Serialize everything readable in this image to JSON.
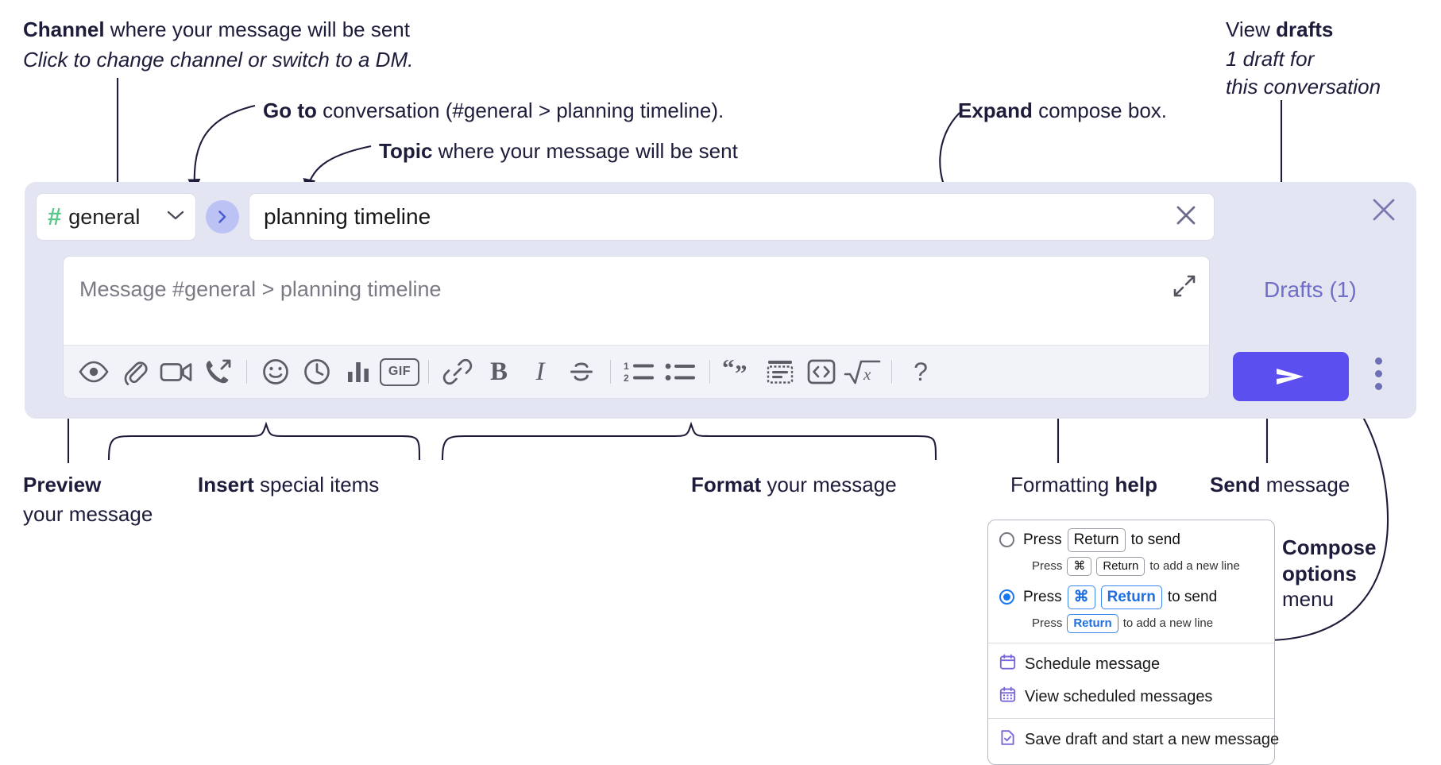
{
  "annotations": {
    "channel": {
      "bold": "Channel",
      "rest": " where your message will be sent",
      "italic": "Click to change channel or switch to a DM."
    },
    "goto": {
      "bold": "Go to",
      "rest": " conversation (#general > planning timeline)."
    },
    "topic": {
      "bold": "Topic",
      "rest": " where your message will be sent"
    },
    "expand": {
      "bold": "Expand",
      "rest": " compose box."
    },
    "drafts": {
      "bold_prefix": "View ",
      "bold": "drafts",
      "italic1": "1 draft for",
      "italic2": "this conversation"
    },
    "preview": {
      "bold": "Preview",
      "rest": "your message"
    },
    "insert": {
      "bold": "Insert",
      "rest": " special items"
    },
    "format": {
      "bold": "Format",
      "rest": " your message"
    },
    "formatting_help": {
      "prefix": "Formatting ",
      "bold": "help"
    },
    "send": {
      "bold": "Send",
      "rest": " message"
    },
    "compose_options": {
      "bold1": "Compose",
      "bold2": "options",
      "rest": "menu"
    }
  },
  "compose": {
    "channel_name": "general",
    "hash_symbol": "#",
    "topic_value": "planning timeline",
    "message_placeholder": "Message #general > planning timeline",
    "drafts_label": "Drafts (1)",
    "gif_label": "GIF",
    "help_label": "?",
    "toolbar": [
      {
        "name": "preview-icon",
        "type": "eye"
      },
      {
        "name": "attachment-icon",
        "type": "paperclip"
      },
      {
        "name": "video-icon",
        "type": "video"
      },
      {
        "name": "huddle-icon",
        "type": "phone"
      },
      {
        "name": "separator-1",
        "type": "sep"
      },
      {
        "name": "emoji-icon",
        "type": "emoji"
      },
      {
        "name": "schedule-icon",
        "type": "clock"
      },
      {
        "name": "poll-icon",
        "type": "bars"
      },
      {
        "name": "gif-icon",
        "type": "gif"
      },
      {
        "name": "separator-2",
        "type": "sep"
      },
      {
        "name": "link-icon",
        "type": "link"
      },
      {
        "name": "bold-icon",
        "type": "bold"
      },
      {
        "name": "italic-icon",
        "type": "italic"
      },
      {
        "name": "strikethrough-icon",
        "type": "strike"
      },
      {
        "name": "separator-3",
        "type": "sep"
      },
      {
        "name": "ordered-list-icon",
        "type": "ol"
      },
      {
        "name": "bulleted-list-icon",
        "type": "ul"
      },
      {
        "name": "separator-4",
        "type": "sep"
      },
      {
        "name": "blockquote-icon",
        "type": "quote"
      },
      {
        "name": "code-block-icon",
        "type": "codeblock"
      },
      {
        "name": "code-icon",
        "type": "code"
      },
      {
        "name": "math-icon",
        "type": "math"
      },
      {
        "name": "separator-5",
        "type": "sep"
      },
      {
        "name": "formatting-help-icon",
        "type": "help"
      }
    ],
    "colors": {
      "accent": "#5b4ff0",
      "panel_bg": "#e4e5f2",
      "hash_green": "#5bc98e",
      "drafts_purple": "#6e6ec6",
      "go_button_bg": "#bcc3f4"
    }
  },
  "menu": {
    "options": [
      {
        "selected": false,
        "main_prefix": "Press",
        "main_key": "Return",
        "main_suffix": "to send",
        "sub_prefix": "Press",
        "sub_key1": "⌘",
        "sub_key2": "Return",
        "sub_suffix": "to add a new line"
      },
      {
        "selected": true,
        "main_prefix": "Press",
        "main_key1": "⌘",
        "main_key2": "Return",
        "main_suffix": "to send",
        "sub_prefix": "Press",
        "sub_key": "Return",
        "sub_suffix": "to add a new line"
      }
    ],
    "items": [
      {
        "icon": "calendar-icon",
        "label": "Schedule message"
      },
      {
        "icon": "calendar-grid-icon",
        "label": "View scheduled messages"
      },
      {
        "icon": "save-draft-icon",
        "label": "Save draft and start a new message"
      }
    ]
  }
}
